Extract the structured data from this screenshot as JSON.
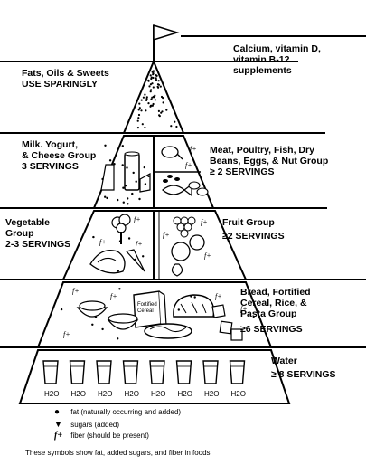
{
  "groups": {
    "supplements": {
      "lines": [
        "Calcium, vitamin D,",
        "vitamin B-12",
        "supplements"
      ]
    },
    "fats": {
      "lines": [
        "Fats, Oils & Sweets",
        "USE SPARINGLY"
      ]
    },
    "milk": {
      "lines": [
        "Milk. Yogurt,",
        "& Cheese Group",
        "3 SERVINGS"
      ]
    },
    "meat": {
      "lines": [
        "Meat, Poultry, Fish, Dry",
        "Beans, Eggs, & Nut Group"
      ],
      "serving": "≥ 2 SERVINGS"
    },
    "vegetable": {
      "lines": [
        "Vegetable",
        "Group",
        "2-3 SERVINGS"
      ]
    },
    "fruit": {
      "lines": [
        "Fruit Group"
      ],
      "serving": "≥2 SERVINGS"
    },
    "bread": {
      "lines": [
        "Bread, Fortified",
        "Cereal, Rice, &",
        "Pasta Group"
      ],
      "serving": "≥6 SERVINGS"
    },
    "water": {
      "lines": [
        "Water"
      ],
      "serving": "≥ 8 SERVINGS"
    }
  },
  "glass_label": "H2O",
  "glass_count": 8,
  "fiber_mark": "f+",
  "cereal_box_label": "Fortified Cereal",
  "legend": [
    {
      "symbol": "●",
      "text": "fat (naturally occurring and added)"
    },
    {
      "symbol": "▼",
      "text": "sugars (added)"
    },
    {
      "symbol": "f+",
      "text": "fiber (should be present)"
    }
  ],
  "footnote": "These symbols show fat, added sugars, and fiber in foods."
}
